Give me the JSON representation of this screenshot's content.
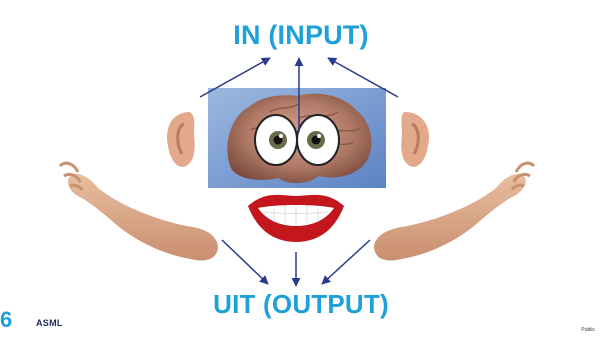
{
  "slide": {
    "title_top": "IN (INPUT)",
    "title_bottom": "UIT (OUTPUT)",
    "slide_number": "6",
    "logo_text": "ASML",
    "classification": "Public"
  },
  "colors": {
    "title": "#1ea0d8",
    "arrow": "#2b3a8f",
    "corner_number": "#1ea0d8",
    "brain_background": "#7a9fd6",
    "skin": "#e3b595",
    "lips": "#c4171d"
  },
  "icons": {
    "brain": "brain-icon",
    "eyes": "eyes-icon",
    "mouth": "mouth-icon",
    "ears": "ear-icon",
    "arms": "arm-icon"
  }
}
